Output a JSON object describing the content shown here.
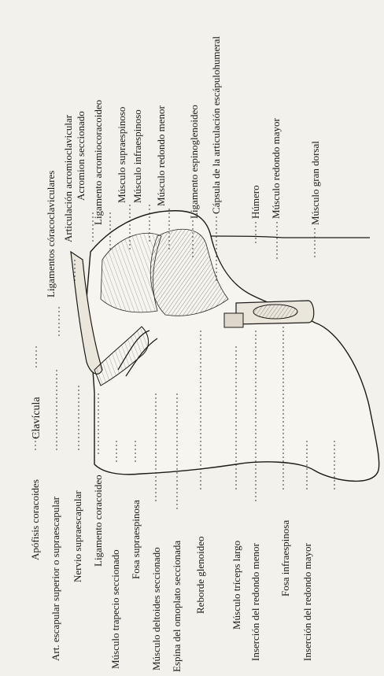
{
  "figure": {
    "labels_top": [
      "Clavícula",
      "Ligamentos córacoclaviculares",
      "Articulación acromioclavicular",
      "Acromion seccionado",
      "Ligamento acromiocoracoideo",
      "Músculo supraespinoso",
      "Músculo infraespinoso",
      "Músculo redondo menor",
      "Ligamento espinoglenoideo",
      "Cápsula de la articulación escápulohumeral",
      "Húmero",
      "Músculo redondo mayor",
      "Músculo gran dorsal"
    ],
    "labels_bottom": [
      "Apófisis coracoides",
      "Art. escapular superior o supraescapular",
      "Nervio supraescapular",
      "Ligamento coracoideo",
      "Músculo trapecio seccionado",
      "Fosa supraespinosa",
      "Músculo deltoides seccionado",
      "Espina del omoplato seccionada",
      "Reborde glenoideo",
      "Músculo tríceps largo",
      "Inserción del redondo menor",
      "Fosa infraespinosa",
      "Inserción del redondo mayor"
    ]
  }
}
